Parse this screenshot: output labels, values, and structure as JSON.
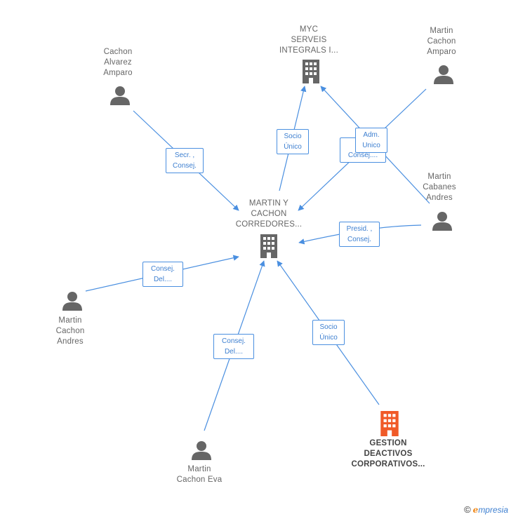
{
  "colors": {
    "edge": "#4a8fe0",
    "person_icon": "#666666",
    "company_icon": "#666666",
    "highlight_company": "#f05a28"
  },
  "nodes": {
    "center": {
      "lines": [
        "MARTIN Y",
        "CACHON",
        "CORREDORES..."
      ],
      "icon": "building-icon"
    },
    "myc": {
      "lines": [
        "MYC",
        "SERVEIS",
        "INTEGRALS I..."
      ],
      "icon": "building-icon"
    },
    "cachon_alvarez": {
      "lines": [
        "Cachon",
        "Alvarez",
        "Amparo"
      ],
      "icon": "person-icon"
    },
    "martin_cachon_amparo": {
      "lines": [
        "Martin",
        "Cachon",
        "Amparo"
      ],
      "icon": "person-icon"
    },
    "martin_cabanes": {
      "lines": [
        "Martin",
        "Cabanes",
        "Andres"
      ],
      "icon": "person-icon"
    },
    "martin_cachon_andres": {
      "lines": [
        "Martin",
        "Cachon",
        "Andres"
      ],
      "icon": "person-icon"
    },
    "martin_cachon_eva": {
      "lines": [
        "Martin",
        "Cachon Eva"
      ],
      "icon": "person-icon"
    },
    "gestion": {
      "lines": [
        "GESTION",
        "DEACTIVOS",
        "CORPORATIVOS..."
      ],
      "icon": "building-icon"
    }
  },
  "relations": {
    "secr": [
      "Secr. ,",
      "Consej."
    ],
    "socio1": [
      "Socio",
      "Único"
    ],
    "co": [
      "Co",
      "Consej...."
    ],
    "adm": [
      "Adm.",
      "Unico"
    ],
    "presid": [
      "Presid. ,",
      "Consej."
    ],
    "consej1": [
      "Consej.",
      "Del...."
    ],
    "consej2": [
      "Consej.",
      "Del...."
    ],
    "socio2": [
      "Socio",
      "Único"
    ]
  },
  "footer": {
    "copyright": "©",
    "brand_e": "e",
    "brand_rest": "mpresia"
  }
}
